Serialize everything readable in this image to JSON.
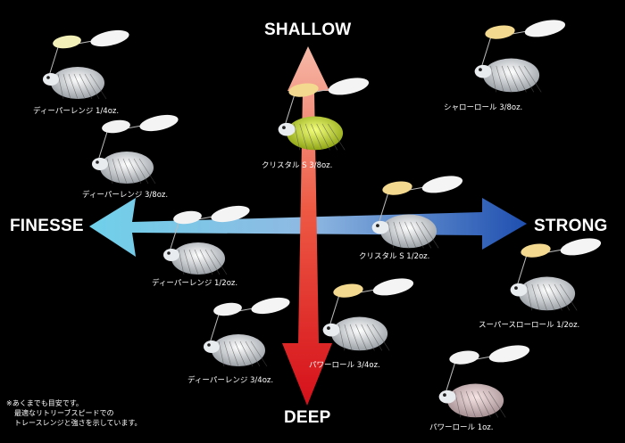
{
  "axes": {
    "top": "SHALLOW",
    "bottom": "DEEP",
    "left": "FINESSE",
    "right": "STRONG"
  },
  "lures": [
    {
      "name": "ディーパーレンジ 1/4oz.",
      "blade": "chartreuse"
    },
    {
      "name": "ディーパーレンジ 3/8oz.",
      "blade": "silver"
    },
    {
      "name": "ディーパーレンジ 1/2oz.",
      "blade": "silver"
    },
    {
      "name": "ディーパーレンジ 3/4oz.",
      "blade": "silver"
    },
    {
      "name": "クリスタル S 3/8oz.",
      "blade": "gold"
    },
    {
      "name": "クリスタル S 1/2oz.",
      "blade": "gold"
    },
    {
      "name": "パワーロール 3/4oz.",
      "blade": "gold"
    },
    {
      "name": "パワーロール 1oz.",
      "blade": "silver"
    },
    {
      "name": "シャローロール 3/8oz.",
      "blade": "gold"
    },
    {
      "name": "スーパースローロール 1/2oz.",
      "blade": "gold"
    }
  ],
  "note": [
    "※あくまでも目安です。",
    "最適なリトリーブスピードでの",
    "トレースレンジと強さを示しています。"
  ],
  "colors": {
    "background": "#000000",
    "arrow_up": "#f4a593",
    "arrow_down": "#e0151b",
    "arrow_left": "#5fc7e6",
    "arrow_right": "#2f5bb8"
  }
}
